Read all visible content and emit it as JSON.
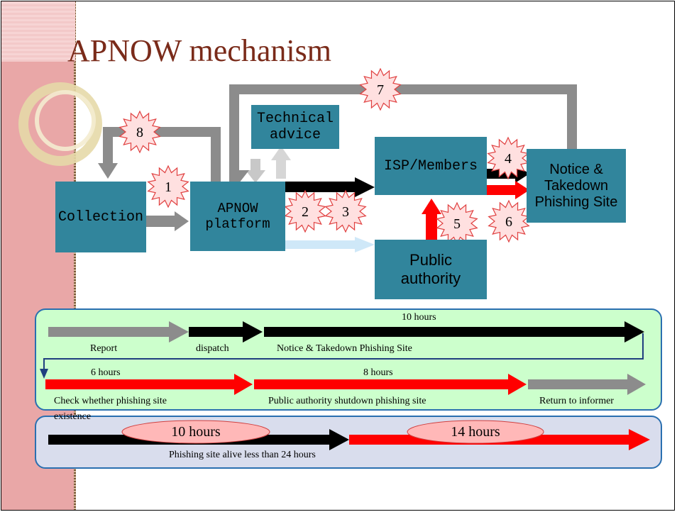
{
  "title": "APNOW mechanism",
  "boxes": {
    "collection": "Collection",
    "platform_line1": "APNOW",
    "platform_line2": "platform",
    "technical_line1": "Technical",
    "technical_line2": "advice",
    "isp": "ISP/Members",
    "public_line1": "Public",
    "public_line2": "authority",
    "notice_line1": "Notice &",
    "notice_line2": "Takedown",
    "notice_line3": "Phishing Site"
  },
  "steps": [
    "1",
    "2",
    "3",
    "4",
    "5",
    "6",
    "7",
    "8"
  ],
  "timeline": {
    "top_hours": "10 hours",
    "report": "Report",
    "dispatch": "dispatch",
    "notice": "Notice & Takedown Phishing Site",
    "six_hours": "6 hours",
    "eight_hours": "8 hours",
    "check": "Check whether phishing site",
    "existence": "existence",
    "shutdown": "Public authority shutdown phishing site",
    "return": "Return to informer"
  },
  "summary": {
    "left_hours": "10 hours",
    "right_hours": "14 hours",
    "caption": "Phishing site alive less than 24 hours"
  },
  "colors": {
    "box": "#31859c",
    "grey_arrow": "#8c8c8c",
    "red_arrow": "#ff0000",
    "burst": "#ffe0e0",
    "burst_stroke": "#e04040",
    "panel_green": "#ccffcc",
    "panel_blue": "#d9dded",
    "panel_border": "#2a6fb0",
    "title": "#7a2b1a"
  }
}
